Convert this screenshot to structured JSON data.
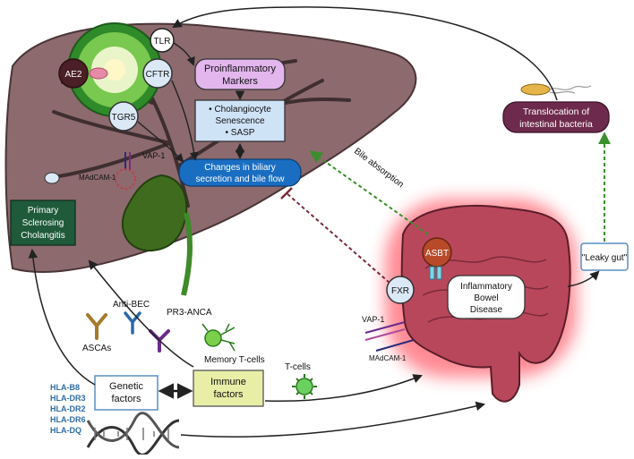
{
  "labels": {
    "tlr": "TLR",
    "cftr": "CFTR",
    "ae2": "AE2",
    "tgr5": "TGR5",
    "vap1_liver": "VAP-1",
    "madcam1_liver": "MAdCAM-1",
    "proinflammatory": [
      "Proinflammatory",
      "Markers"
    ],
    "senescence": [
      "• Cholangiocyte",
      "Senescence",
      "• SASP"
    ],
    "biliary": [
      "Changes in biliary",
      "secretion and bile flow"
    ],
    "psc": [
      "Primary",
      "Sclerosing",
      "Cholangitis"
    ],
    "translocation": [
      "Translocation of",
      "intestinal bacteria"
    ],
    "bile_absorption": "Bile absorption",
    "leaky_gut": "\"Leaky gut\"",
    "asbt": "ASBT",
    "fxr": "FXR",
    "ibd": [
      "Inflammatory",
      "Bowel",
      "Disease"
    ],
    "vap1_gut": "VAP-1",
    "madcam1_gut": "MAdCAM-1",
    "anti_bec": "Anti-BEC",
    "ascas": "ASCAs",
    "pr3_anca": "PR3-ANCA",
    "memory_tcells": "Memory T-cells",
    "tcells": "T-cells",
    "immune": [
      "Immune",
      "factors"
    ],
    "genetic": [
      "Genetic",
      "factors"
    ],
    "hla": [
      "HLA-B8",
      "HLA-DR3",
      "HLA-DR2",
      "HLA-DR6",
      "HLA-DQ"
    ]
  },
  "colors": {
    "liver": "#8c6a6e",
    "liver_dark": "#4a3537",
    "gallbladder": "#3f6b1e",
    "psc_box": "#1f5a3a",
    "immune_box": "#e8eea6",
    "senescence_box": "#cfe3f7",
    "biliary_box": "#1a6ec2",
    "proinflam_box": "#e3b6ee",
    "translocation_box": "#6e2a4c",
    "gut": "#b8475c",
    "gut_glow": "#ff2b3e",
    "hla_text": "#2e6da4",
    "arrow_green": "#3a8f2a",
    "arrow_maroon": "#7a2a3a"
  }
}
